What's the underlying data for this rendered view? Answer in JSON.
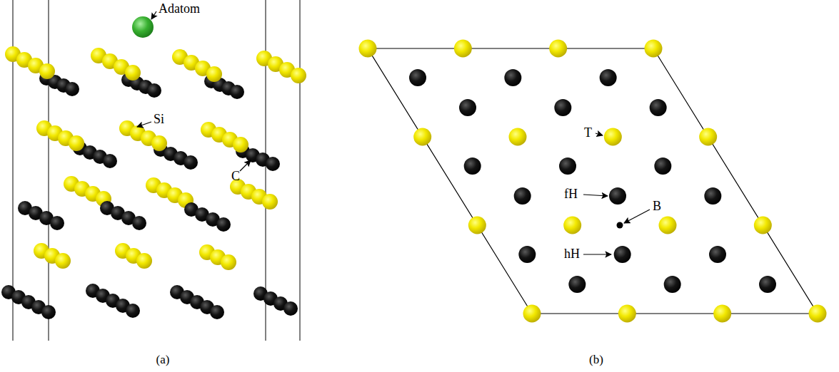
{
  "diagram": {
    "labels": [
      "Adatom",
      "Si",
      "C",
      "(a)",
      "T",
      "fH",
      "B",
      "hH",
      "(b)"
    ]
  }
}
